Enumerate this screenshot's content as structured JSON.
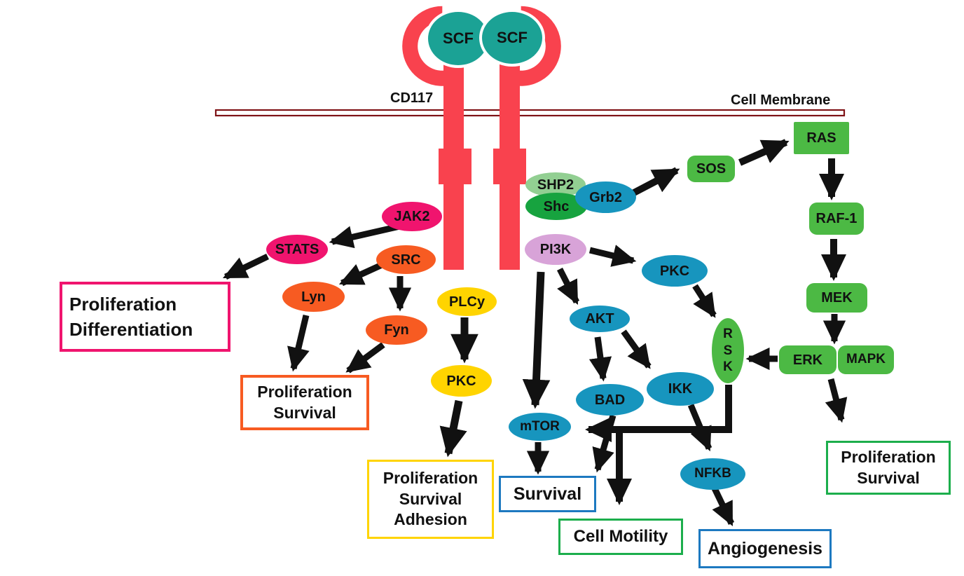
{
  "colors": {
    "red": "#F9424E",
    "membrane": "#7F1316",
    "teal": "#1BA295",
    "pink": "#F0146E",
    "orange": "#F75B22",
    "yellow": "#FFD400",
    "blue": "#1795BE",
    "lightgreen": "#92CF92",
    "midgreen": "#17A33F",
    "plum": "#D8A3D8",
    "green": "#4CB944",
    "boxblue": "#1D79C0",
    "boxgreen": "#1CAE4C",
    "arrow": "#111111"
  },
  "membrane": {
    "receptor_label": "CD117",
    "membrane_label": "Cell Membrane"
  },
  "ligands": {
    "left": "SCF",
    "right": "SCF"
  },
  "nodes": {
    "jak2": "JAK2",
    "stats": "STATS",
    "src": "SRC",
    "lyn": "Lyn",
    "fyn": "Fyn",
    "plcy": "PLCy",
    "pkc_yellow": "PKC",
    "shp2": "SHP2",
    "shc": "Shc",
    "grb2": "Grb2",
    "pi3k": "PI3K",
    "pkc_blue": "PKC",
    "akt": "AKT",
    "bad": "BAD",
    "ikk": "IKK",
    "mtor": "mTOR",
    "nfkb": "NFKB",
    "sos": "SOS",
    "ras": "RAS",
    "raf1": "RAF-1",
    "mek": "MEK",
    "erk": "ERK",
    "mapk": "MAPK",
    "rsk": "R\nS\nK"
  },
  "outcomes": {
    "proliferation_differentiation": "Proliferation\nDifferentiation",
    "proliferation_survival_left": "Proliferation\nSurvival",
    "proliferation_survival_adhesion": "Proliferation\nSurvival\nAdhesion",
    "survival": "Survival",
    "cell_motility": "Cell Motility",
    "angiogenesis": "Angiogenesis",
    "proliferation_survival_right": "Proliferation\nSurvival"
  }
}
